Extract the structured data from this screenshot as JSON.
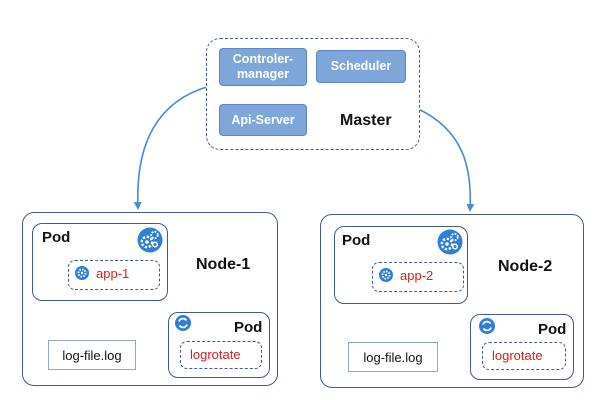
{
  "master": {
    "label": "Master",
    "services": {
      "controller_manager": "Controler-\nmanager",
      "scheduler": "Scheduler",
      "api_server": "Api-Server"
    }
  },
  "nodes": [
    {
      "label": "Node-1",
      "app_pod": {
        "label": "Pod",
        "app": "app-1"
      },
      "logrotate_pod": {
        "label": "Pod",
        "app": "logrotate"
      },
      "log_file": "log-file.log"
    },
    {
      "label": "Node-2",
      "app_pod": {
        "label": "Pod",
        "app": "app-2"
      },
      "logrotate_pod": {
        "label": "Pod",
        "app": "logrotate"
      },
      "log_file": "log-file.log"
    }
  ],
  "colors": {
    "service_fill": "#7ea6d8",
    "border": "#3f5b87",
    "arrow": "#4a8ad0",
    "app_text": "#d42020",
    "icon": "#2f7fd6"
  },
  "icons": [
    "pod-gears-icon",
    "gear-icon",
    "refresh-icon"
  ]
}
